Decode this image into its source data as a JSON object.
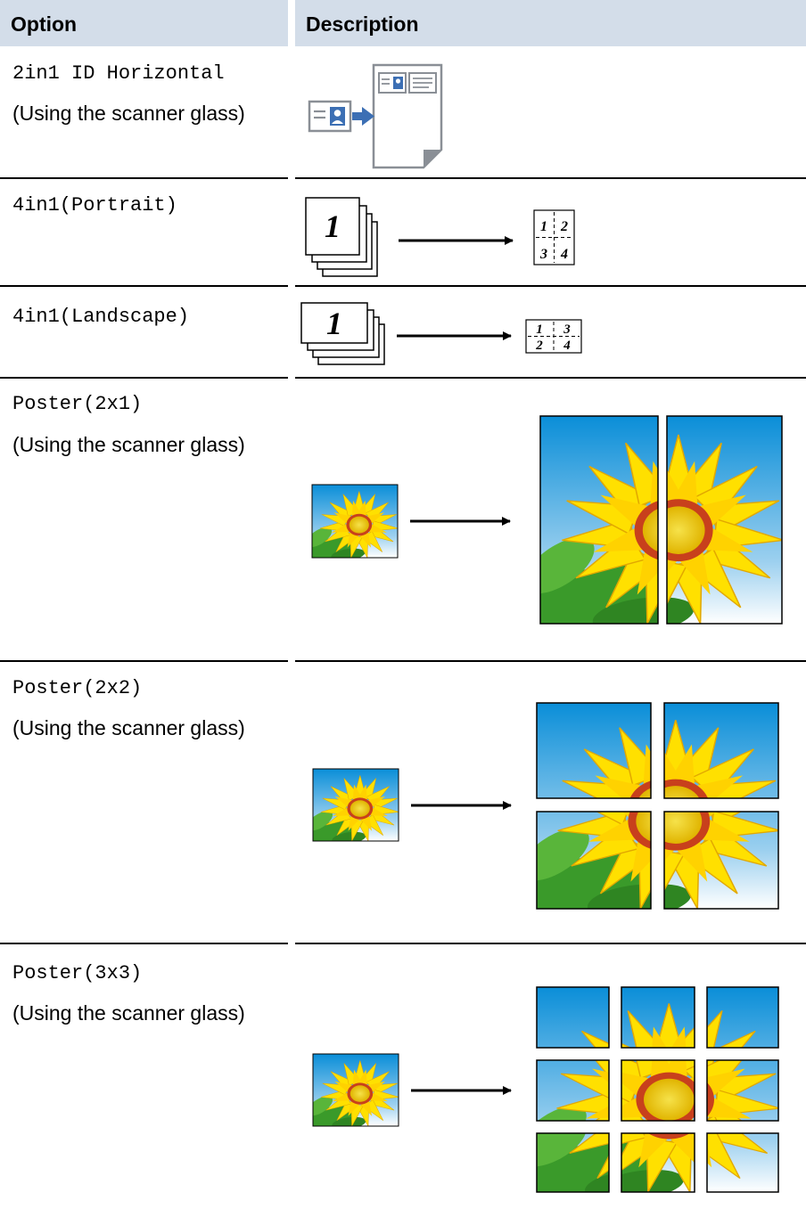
{
  "header": {
    "option_label": "Option",
    "description_label": "Description"
  },
  "rows": [
    {
      "option": "2in1 ID Horizontal",
      "note": "(Using the scanner glass)",
      "figure": "id-card-copy-icon"
    },
    {
      "option": "4in1(Portrait)",
      "note": "",
      "figure": "pages-to-4in1-portrait",
      "figure_text": {
        "big_page": "1",
        "n1": "1",
        "n2": "2",
        "n3": "3",
        "n4": "4"
      }
    },
    {
      "option": "4in1(Landscape)",
      "note": "",
      "figure": "pages-to-4in1-landscape",
      "figure_text": {
        "big_page": "1",
        "n1": "1",
        "n2": "3",
        "n3": "2",
        "n4": "4"
      }
    },
    {
      "option": "Poster(2x1)",
      "note": "(Using the scanner glass)",
      "figure": "sunflower-poster-2x1"
    },
    {
      "option": "Poster(2x2)",
      "note": "(Using the scanner glass)",
      "figure": "sunflower-poster-2x2"
    },
    {
      "option": "Poster(3x3)",
      "note": "(Using the scanner glass)",
      "figure": "sunflower-poster-3x3"
    }
  ],
  "colors": {
    "header_bg": "#d3dde9",
    "sky_top": "#0a8ed8",
    "sky_bottom": "#ffffff",
    "petal": "#ffe000",
    "center_ring": "#c8401c",
    "center": "#f2d000",
    "leaf": "#3a9a2a",
    "icon_blue": "#3c6fb4",
    "icon_grey": "#8a8f96"
  }
}
